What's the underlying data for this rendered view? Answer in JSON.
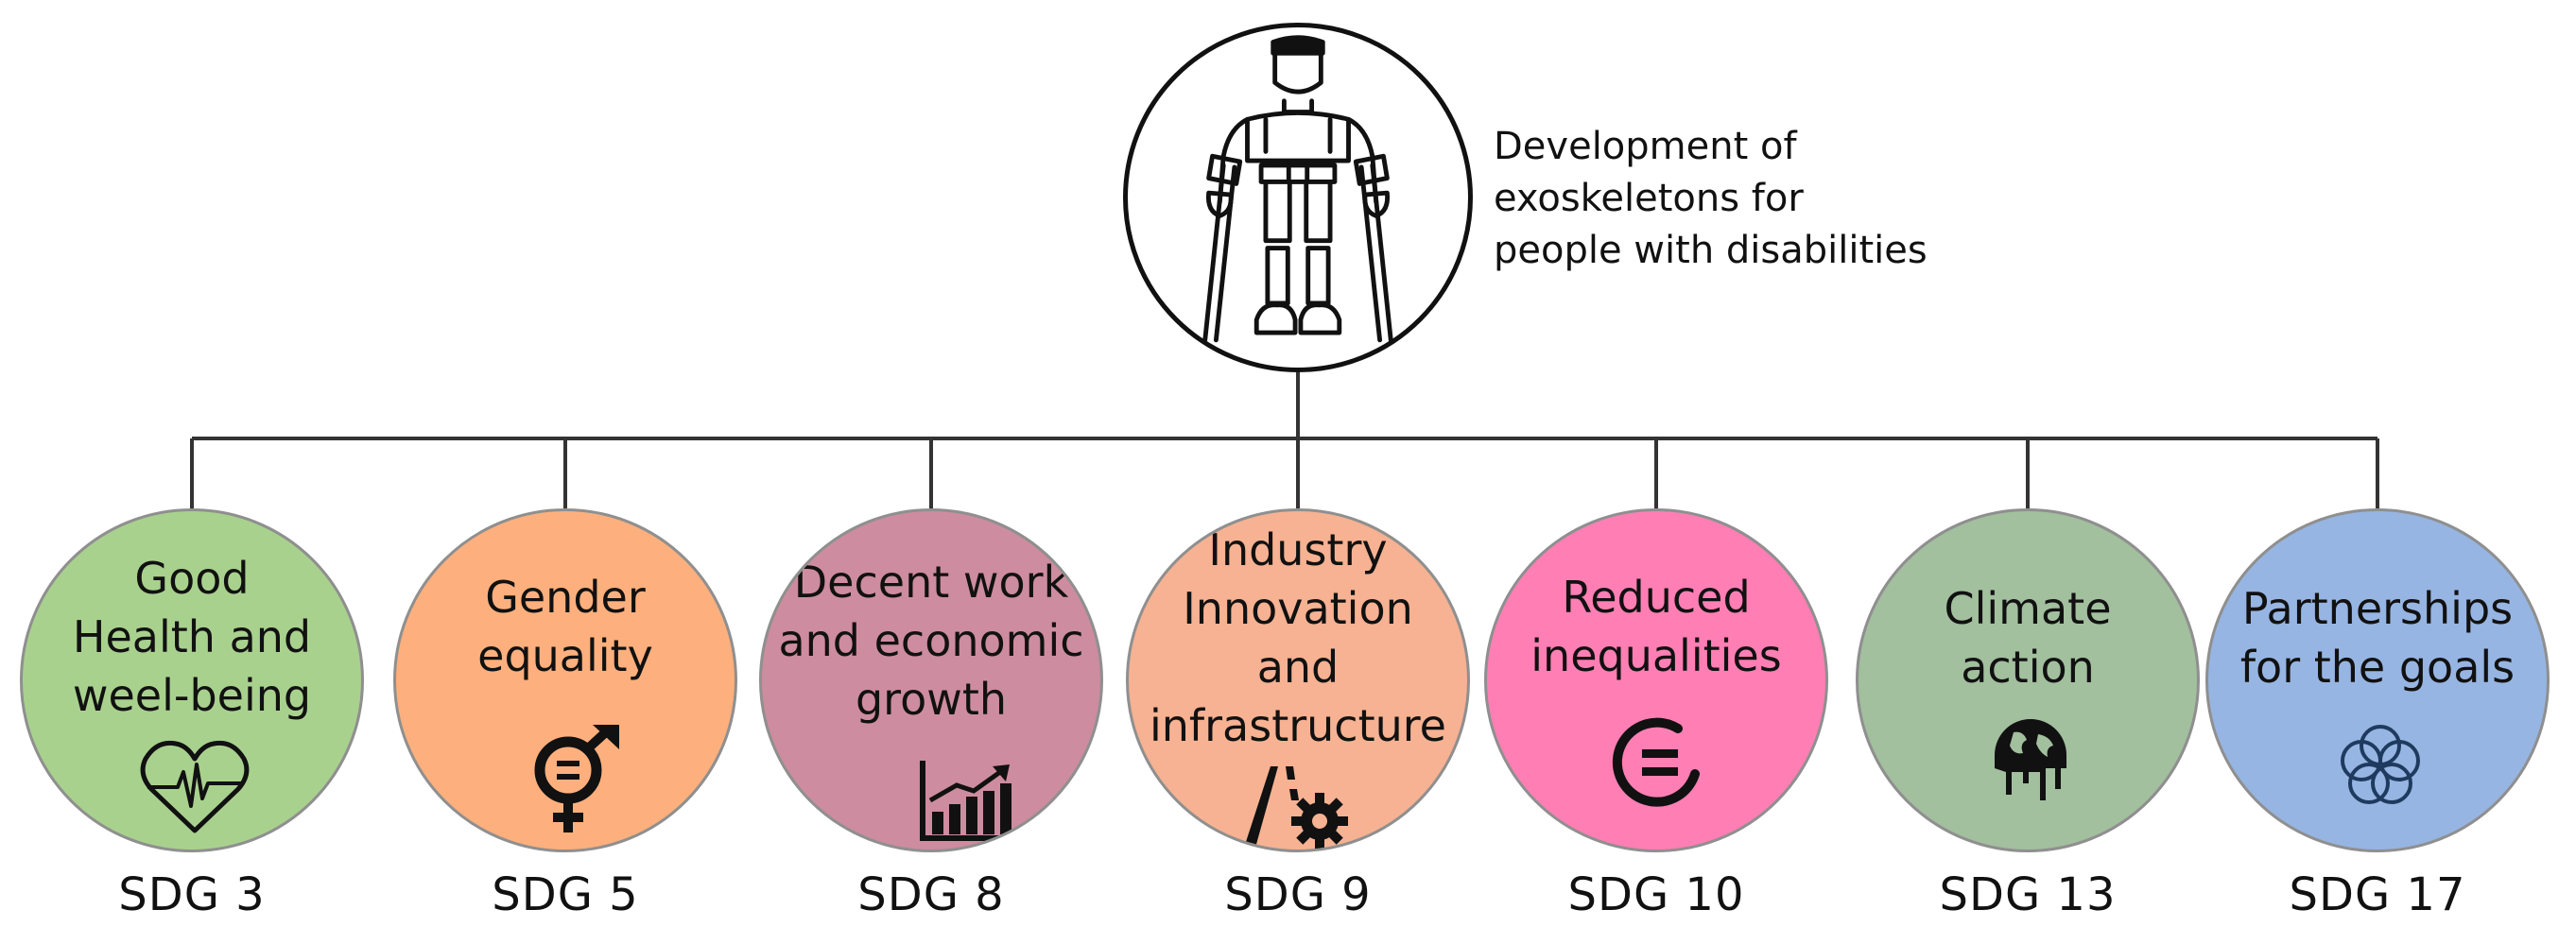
{
  "root": {
    "label_lines": [
      "Development of",
      "exoskeletons for",
      "people with disabilities"
    ],
    "icon": "person-exoskeleton-crutches-icon"
  },
  "goals": [
    {
      "code": "SDG 3",
      "title_lines": [
        "Good",
        "Health and",
        "weel-being"
      ],
      "color": "#a9d18e",
      "icon": "heart-heartbeat-icon"
    },
    {
      "code": "SDG 5",
      "title_lines": [
        "Gender",
        "equality"
      ],
      "color": "#fdb07d",
      "icon": "gender-equality-symbol-icon"
    },
    {
      "code": "SDG 8",
      "title_lines": [
        "Decent work",
        "and economic",
        "growth"
      ],
      "color": "#cd8ca0",
      "icon": "growth-bar-chart-icon"
    },
    {
      "code": "SDG 9",
      "title_lines": [
        "Industry",
        "Innovation",
        "and",
        "infrastructure"
      ],
      "color": "#f6b292",
      "icon": "road-gear-icon"
    },
    {
      "code": "SDG 10",
      "title_lines": [
        "Reduced",
        "inequalities"
      ],
      "color": "#ff7fb4",
      "icon": "equals-circle-icon"
    },
    {
      "code": "SDG 13",
      "title_lines": [
        "Climate",
        "action"
      ],
      "color": "#a2bf9e",
      "icon": "melting-globe-icon"
    },
    {
      "code": "SDG 17",
      "title_lines": [
        "Partnerships",
        "for the goals"
      ],
      "color": "#97b5e2",
      "icon": "interlocking-rings-icon"
    }
  ]
}
